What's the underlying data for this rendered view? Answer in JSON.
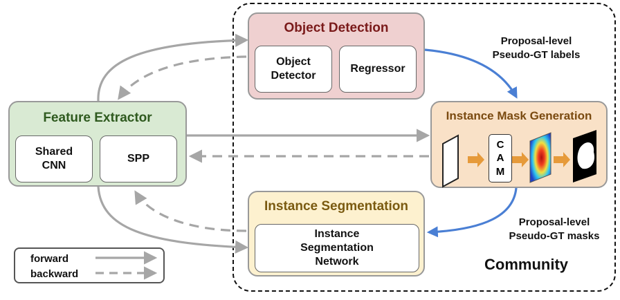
{
  "community": {
    "label": "Community"
  },
  "object_detection": {
    "title": "Object Detection",
    "detector": "Object\nDetector",
    "regressor": "Regressor"
  },
  "feature_extractor": {
    "title": "Feature Extractor",
    "shared_cnn": "Shared\nCNN",
    "spp": "SPP"
  },
  "mask_generation": {
    "title": "Instance Mask Generation",
    "cam": [
      "C",
      "A",
      "M"
    ]
  },
  "instance_segmentation": {
    "title": "Instance Segmentation",
    "network": "Instance\nSegmentation\nNetwork"
  },
  "labels": {
    "proposal_labels": "Proposal-level\nPseudo-GT labels",
    "proposal_masks": "Proposal-level\nPseudo-GT masks"
  },
  "legend": {
    "forward": "forward",
    "backward": "backward"
  },
  "colors": {
    "detection_fill": "#efd0d0",
    "detection_title": "#7a1a1a",
    "extractor_fill": "#d9ead3",
    "extractor_title": "#2f5a1f",
    "mask_fill": "#f9e1c7",
    "mask_title": "#7a4a10",
    "segmentation_fill": "#fdf1cf",
    "segmentation_title": "#7a5a10",
    "blue_arrow": "#4a7fd4",
    "gray_arrow": "#a6a6a6",
    "orange_arrow": "#e69a3a"
  }
}
